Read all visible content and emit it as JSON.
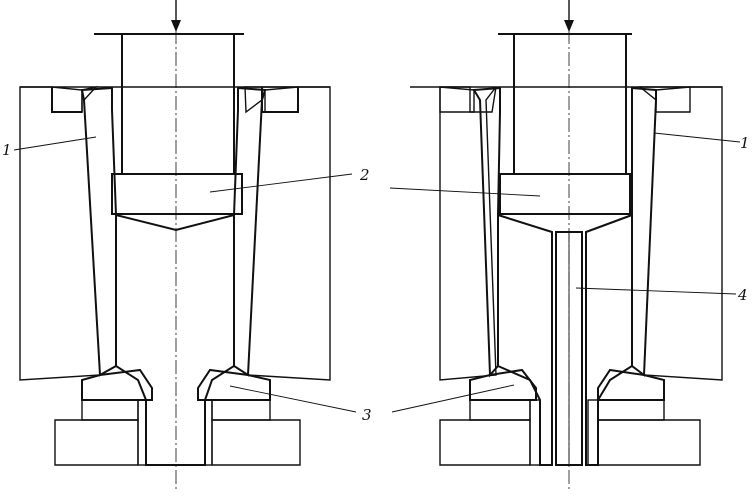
{
  "figure": {
    "left_view": {
      "callouts": [
        {
          "id": "tool-container",
          "label": "1"
        },
        {
          "id": "punch-stem",
          "label": "2"
        },
        {
          "id": "extrusion-die",
          "label": "3"
        }
      ]
    },
    "right_view": {
      "callouts": [
        {
          "id": "tool-container",
          "label": "1"
        },
        {
          "id": "punch-stem",
          "label": "2"
        },
        {
          "id": "mandrel",
          "label": "4"
        },
        {
          "id": "extrusion-die",
          "label": "3"
        }
      ]
    }
  },
  "colors": {
    "ink": "#111111",
    "paper": "#ffffff"
  }
}
